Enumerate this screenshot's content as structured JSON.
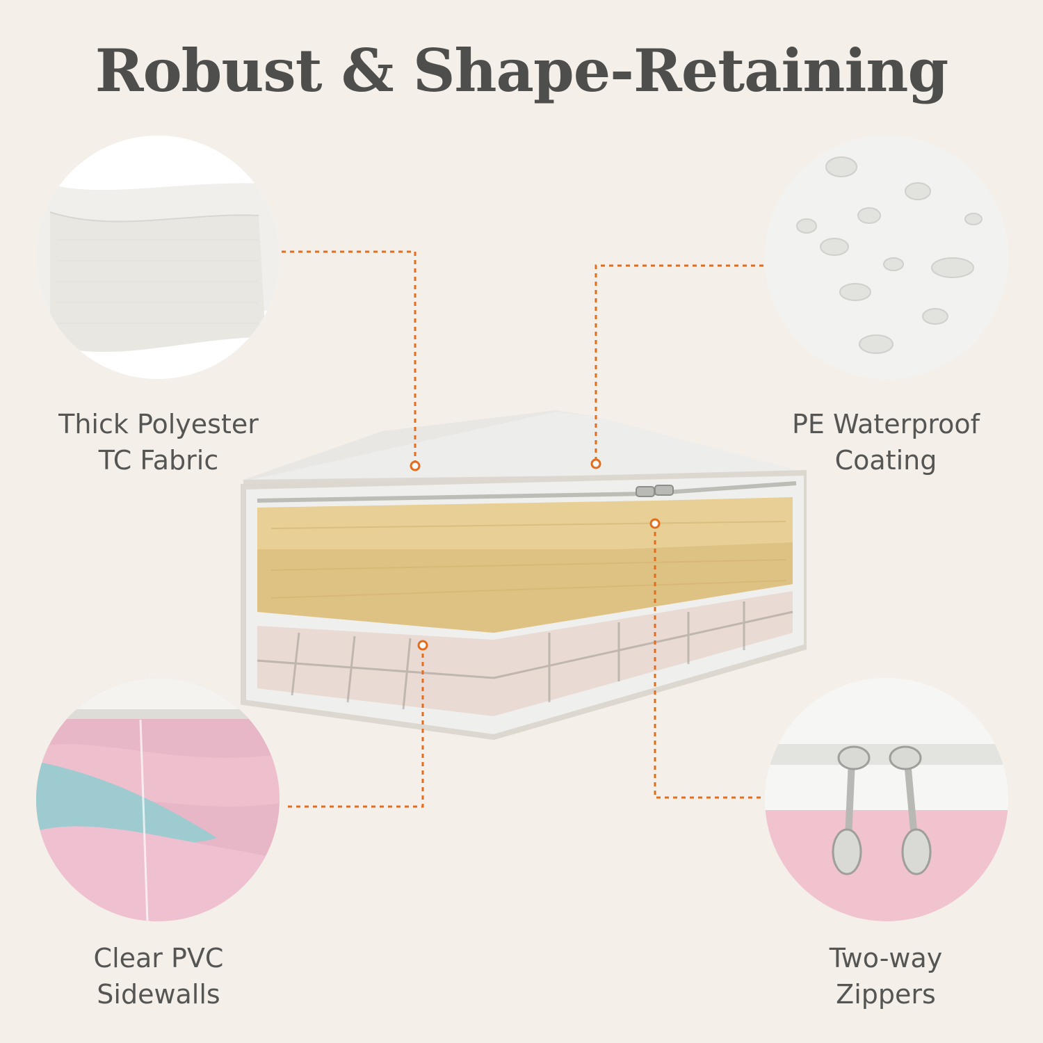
{
  "title": "Robust & Shape-Retaining",
  "accent_color": "#e36c1e",
  "features": [
    {
      "line1": "Thick Polyester",
      "line2": "TC Fabric"
    },
    {
      "line1": "PE Waterproof",
      "line2": "Coating"
    },
    {
      "line1": "Clear PVC",
      "line2": "Sidewalls"
    },
    {
      "line1": "Two-way",
      "line2": "Zippers"
    }
  ]
}
